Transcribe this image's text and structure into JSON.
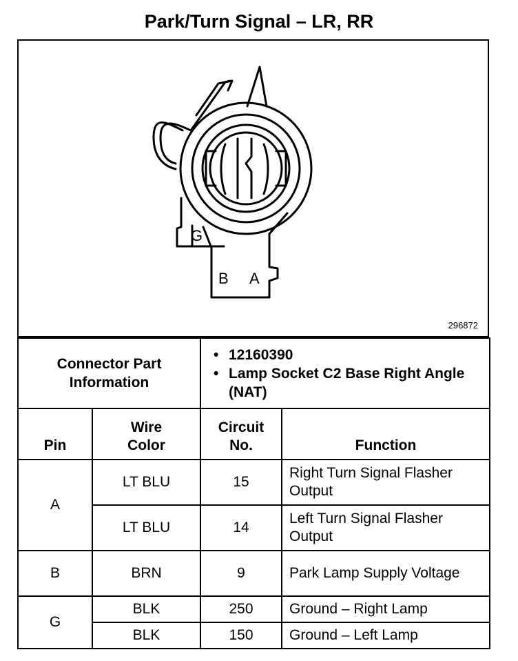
{
  "title": "Park/Turn Signal – LR, RR",
  "figure": {
    "number": "296872",
    "labels": {
      "g": "G",
      "b": "B",
      "a": "A"
    }
  },
  "connector": {
    "label": "Connector Part Information",
    "items": [
      "12160390",
      "Lamp Socket C2 Base Right Angle (NAT)"
    ]
  },
  "table": {
    "headers": {
      "pin": "Pin",
      "wire_color": "Wire Color",
      "circuit": "Circuit No.",
      "function": "Function"
    },
    "rows": [
      {
        "pin": "A",
        "wire": "LT BLU",
        "circuit": "15",
        "function": "Right Turn Signal Flasher Output"
      },
      {
        "pin": "",
        "wire": "LT BLU",
        "circuit": "14",
        "function": "Left Turn Signal Flasher Output"
      },
      {
        "pin": "B",
        "wire": "BRN",
        "circuit": "9",
        "function": "Park Lamp Supply Voltage"
      },
      {
        "pin": "G",
        "wire": "BLK",
        "circuit": "250",
        "function": "Ground – Right Lamp"
      },
      {
        "pin": "",
        "wire": "BLK",
        "circuit": "150",
        "function": "Ground – Left Lamp"
      }
    ]
  }
}
